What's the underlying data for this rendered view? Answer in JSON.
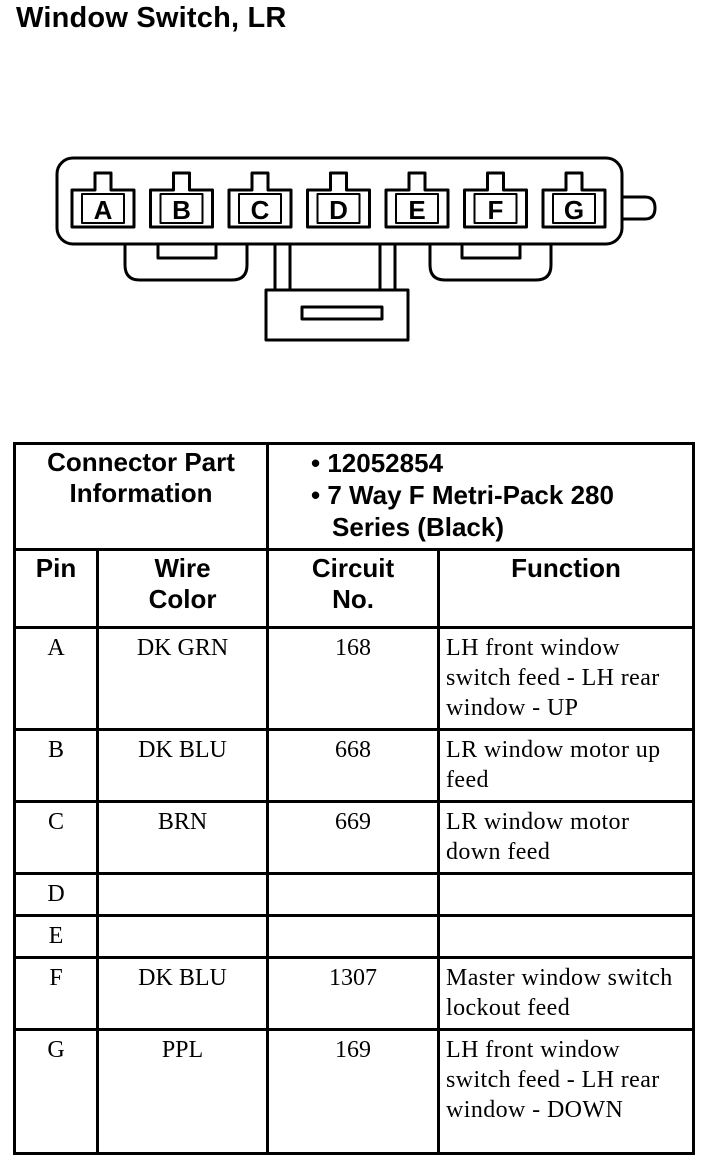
{
  "title": "Window Switch, LR",
  "connector": {
    "pins": [
      "A",
      "B",
      "C",
      "D",
      "E",
      "F",
      "G"
    ]
  },
  "header": {
    "part_info_label": "Connector Part Information",
    "part_numbers": [
      "12052854",
      "7 Way F Metri-Pack 280 Series (Black)"
    ]
  },
  "columns": [
    "Pin",
    "Wire Color",
    "Circuit No.",
    "Function"
  ],
  "rows": [
    {
      "pin": "A",
      "color": "DK GRN",
      "circuit": "168",
      "function": "LH front window switch feed - LH rear window - UP"
    },
    {
      "pin": "B",
      "color": "DK BLU",
      "circuit": "668",
      "function": "LR window motor up feed"
    },
    {
      "pin": "C",
      "color": "BRN",
      "circuit": "669",
      "function": "LR window motor down feed"
    },
    {
      "pin": "D",
      "color": "",
      "circuit": "",
      "function": ""
    },
    {
      "pin": "E",
      "color": "",
      "circuit": "",
      "function": ""
    },
    {
      "pin": "F",
      "color": "DK BLU",
      "circuit": "1307",
      "function": "Master window switch lockout feed"
    },
    {
      "pin": "G",
      "color": "PPL",
      "circuit": "169",
      "function": "LH front window switch feed - LH rear window - DOWN"
    }
  ]
}
